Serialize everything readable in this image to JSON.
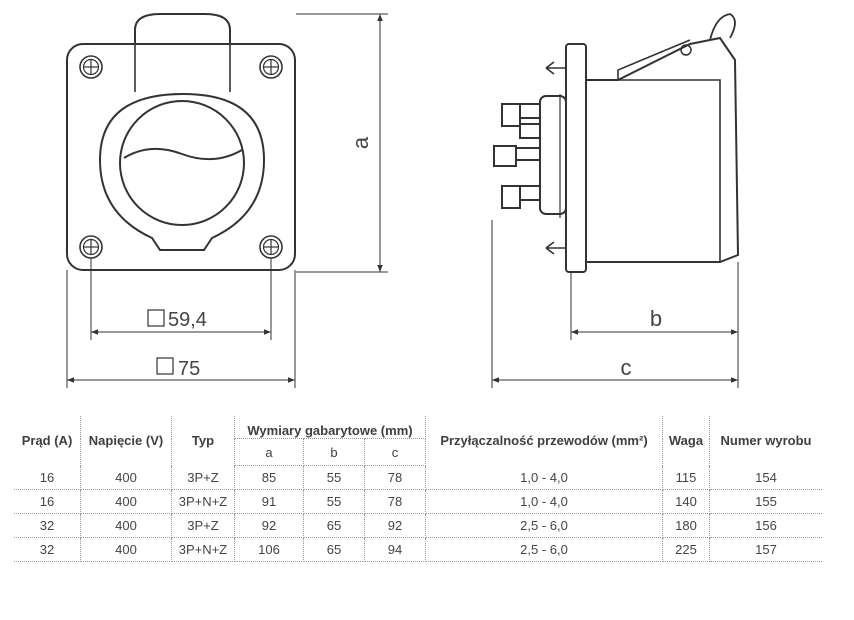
{
  "drawing": {
    "dim_a": "a",
    "dim_b": "b",
    "dim_c": "c",
    "dim_hole": "59,4",
    "dim_width": "75"
  },
  "table": {
    "headers": {
      "current": "Prąd (A)",
      "voltage": "Napięcie (V)",
      "type": "Typ",
      "dimensions": "Wymiary gabarytowe (mm)",
      "dim_a": "a",
      "dim_b": "b",
      "dim_c": "c",
      "connectivity": "Przyłączalność przewodów (mm²)",
      "weight": "Waga",
      "product_no": "Numer wyrobu"
    },
    "rows": [
      {
        "current": "16",
        "voltage": "400",
        "type": "3P+Z",
        "a": "85",
        "b": "55",
        "c": "78",
        "conn": "1,0 - 4,0",
        "weight": "115",
        "product": "154"
      },
      {
        "current": "16",
        "voltage": "400",
        "type": "3P+N+Z",
        "a": "91",
        "b": "55",
        "c": "78",
        "conn": "1,0 - 4,0",
        "weight": "140",
        "product": "155"
      },
      {
        "current": "32",
        "voltage": "400",
        "type": "3P+Z",
        "a": "92",
        "b": "65",
        "c": "92",
        "conn": "2,5 - 6,0",
        "weight": "180",
        "product": "156"
      },
      {
        "current": "32",
        "voltage": "400",
        "type": "3P+N+Z",
        "a": "106",
        "b": "65",
        "c": "94",
        "conn": "2,5 - 6,0",
        "weight": "225",
        "product": "157"
      }
    ]
  }
}
